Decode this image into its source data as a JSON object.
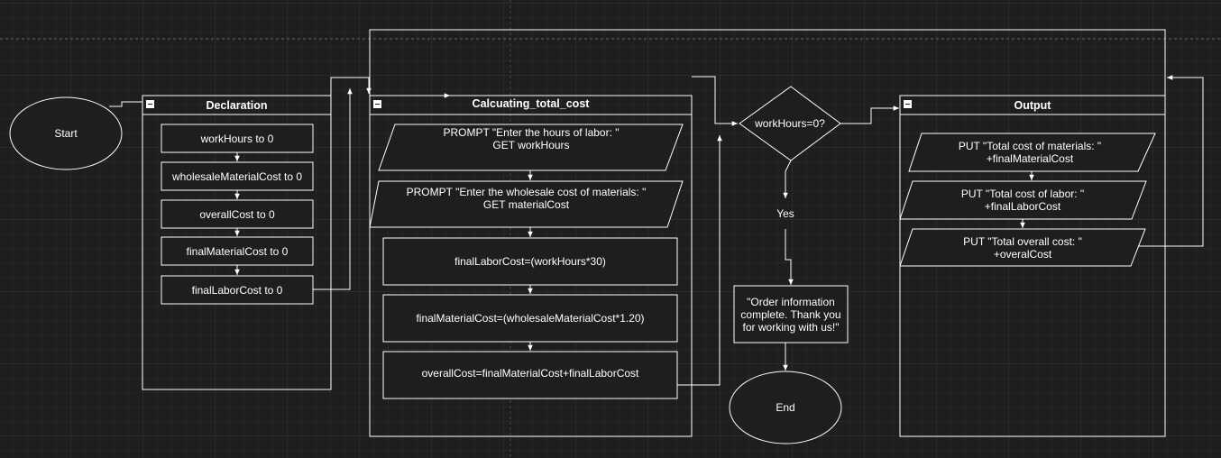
{
  "colors": {
    "background": "#1e1e1e",
    "stroke": "#ffffff",
    "fill": "#1e1e1e",
    "text": "#ffffff"
  },
  "nodes": {
    "start": "Start",
    "end": "End",
    "declaration_title": "Declaration",
    "calc_title": "Calcuating_total_cost",
    "output_title": "Output",
    "decl_1": "workHours to 0",
    "decl_2": "wholesaleMaterialCost to 0",
    "decl_3": "overallCost to 0",
    "decl_4": "finalMaterialCost to 0",
    "decl_5": "finalLaborCost to 0",
    "calc_1": "PROMPT \"Enter the hours of labor: \"\nGET workHours",
    "calc_2": "PROMPT \"Enter the wholesale cost of materials: \"\nGET materialCost",
    "calc_3": "finalLaborCost=(workHours*30)",
    "calc_4": "finalMaterialCost=(wholesaleMaterialCost*1.20)",
    "calc_5": "overallCost=finalMaterialCost+finalLaborCost",
    "decision": "workHours=0?",
    "yes": "Yes",
    "message": "\"Order information\ncomplete. Thank you\nfor working with us!\"",
    "out_1": "PUT \"Total cost of materials: \"\n+finalMaterialCost",
    "out_2": "PUT \"Total cost of labor: \"\n+finalLaborCost",
    "out_3": "PUT \"Total overall cost: \"\n+overalCost"
  }
}
